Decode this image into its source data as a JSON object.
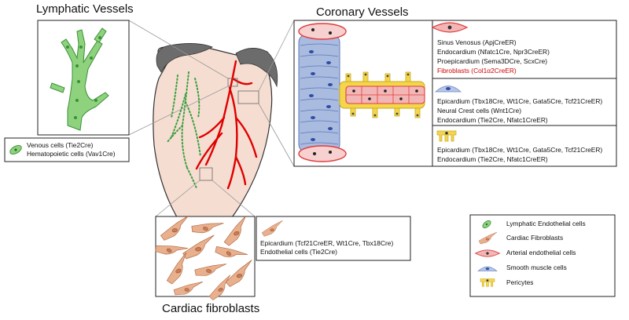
{
  "titles": {
    "lymphatic": "Lymphatic Vessels",
    "coronary": "Coronary Vessels",
    "fibroblasts": "Cardiac fibroblasts"
  },
  "lymphatic_sources": [
    "Venous cells (Tie2Cre)",
    "Hematopoietic cells (Vav1Cre)"
  ],
  "coronary_groups": [
    {
      "cell": "arterial-endothelial",
      "lines": [
        {
          "text": "Sinus Venosus (ApjCreER)",
          "color": "#111111"
        },
        {
          "text": "Endocardium (Nfatc1Cre, Npr3CreER)",
          "color": "#111111"
        },
        {
          "text": "Proepicardium (Sema3DCre, ScxCre)",
          "color": "#111111"
        },
        {
          "text": "Fibroblasts (Col1α2CreER)",
          "color": "#d10000"
        }
      ]
    },
    {
      "cell": "smooth-muscle",
      "lines": [
        {
          "text": "Epicardium (Tbx18Cre, Wt1Cre, Gata5Cre, Tcf21CreER)",
          "color": "#111111"
        },
        {
          "text": "Neural Crest cells (Wnt1Cre)",
          "color": "#111111"
        },
        {
          "text": "Endocardium (Tie2Cre, Nfatc1CreER)",
          "color": "#111111"
        }
      ]
    },
    {
      "cell": "pericyte",
      "lines": [
        {
          "text": "Epicardium (Tbx18Cre, Wt1Cre, Gata5Cre, Tcf21CreER)",
          "color": "#111111"
        },
        {
          "text": "Endocardium (Tie2Cre, Nfatc1CreER)",
          "color": "#111111"
        }
      ]
    }
  ],
  "fibroblast_sources": [
    "Epicardium (Tcf21CreER, Wt1Cre, Tbx18Cre)",
    "Endothelial cells (Tie2Cre)"
  ],
  "legend": [
    {
      "icon": "lymphatic-endothelial-cell-icon",
      "label": "Lymphatic Endothelial cells"
    },
    {
      "icon": "cardiac-fibroblast-icon",
      "label": "Cardiac Fibroblasts"
    },
    {
      "icon": "arterial-endothelial-cell-icon",
      "label": "Arterial endothelial cells"
    },
    {
      "icon": "smooth-muscle-cell-icon",
      "label": "Smooth muscle cells"
    },
    {
      "icon": "pericyte-icon",
      "label": "Pericytes"
    }
  ],
  "colors": {
    "lymphatic_green": "#5dbb63",
    "fibroblast_orange": "#e9b08e",
    "endothelial_red": "#e04848",
    "smooth_muscle_blue": "#aabbe0",
    "pericyte_yellow": "#f3d64c",
    "heart_fill": "#f6ddd1",
    "atria_gray": "#6c6c6c",
    "artery_red": "#e00000"
  }
}
